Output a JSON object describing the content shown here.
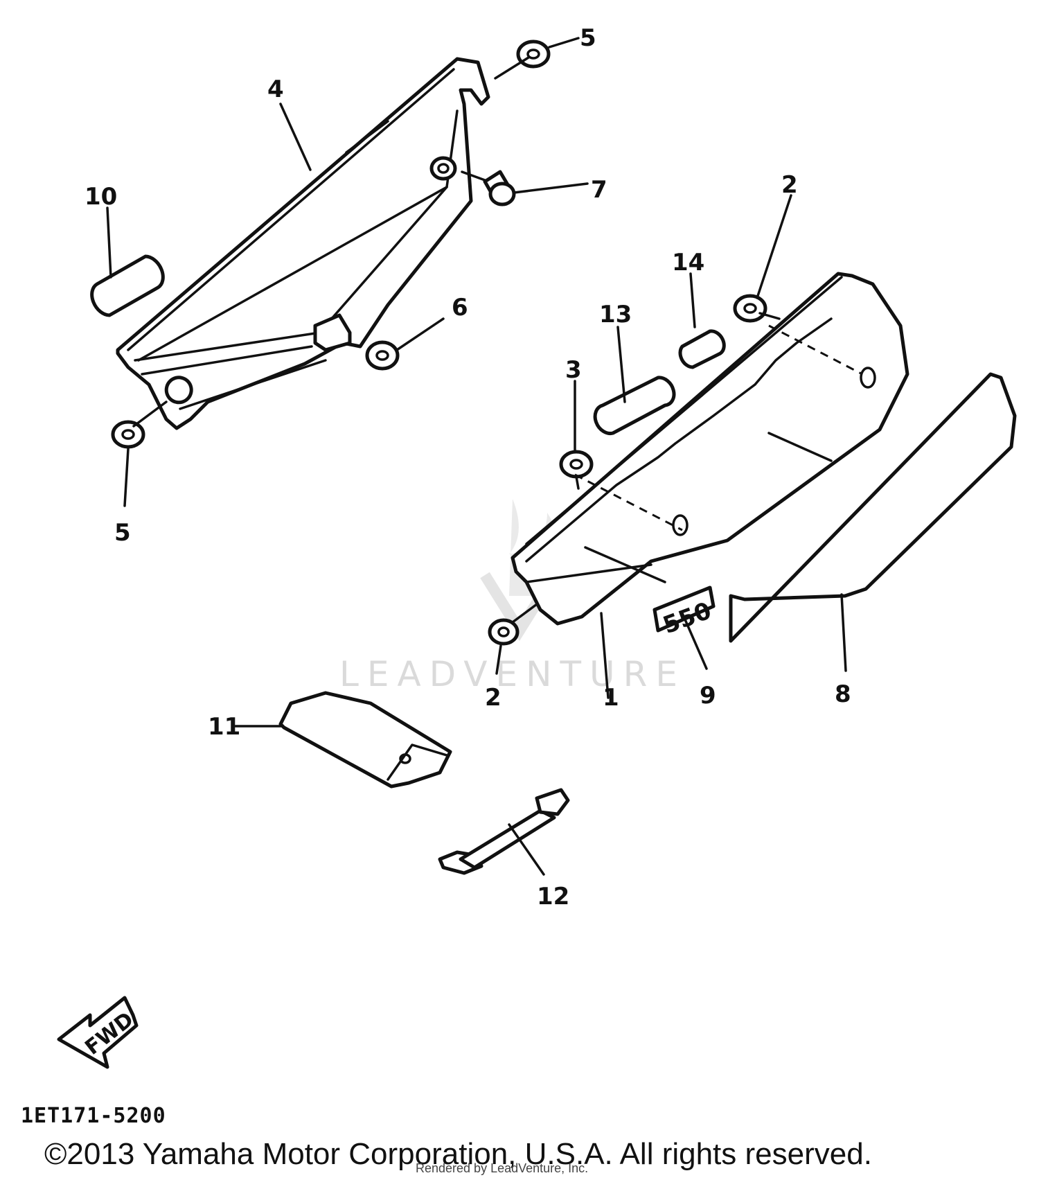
{
  "diagram": {
    "callouts": {
      "c1": "1",
      "c2a": "2",
      "c2b": "2",
      "c3": "3",
      "c4": "4",
      "c5a": "5",
      "c5b": "5",
      "c6": "6",
      "c7": "7",
      "c8": "8",
      "c9": "9",
      "c10": "10",
      "c11": "11",
      "c12": "12",
      "c13": "13",
      "c14": "14"
    },
    "emblem_text": "550",
    "fwd_text": "FWD",
    "diagram_code": "1ET171-5200",
    "watermark": "LEADVENTURE"
  },
  "footer": {
    "copyright": "©2013 Yamaha Motor Corporation, U.S.A. All rights reserved.",
    "rendered_by": "Rendered by LeadVenture, Inc."
  }
}
